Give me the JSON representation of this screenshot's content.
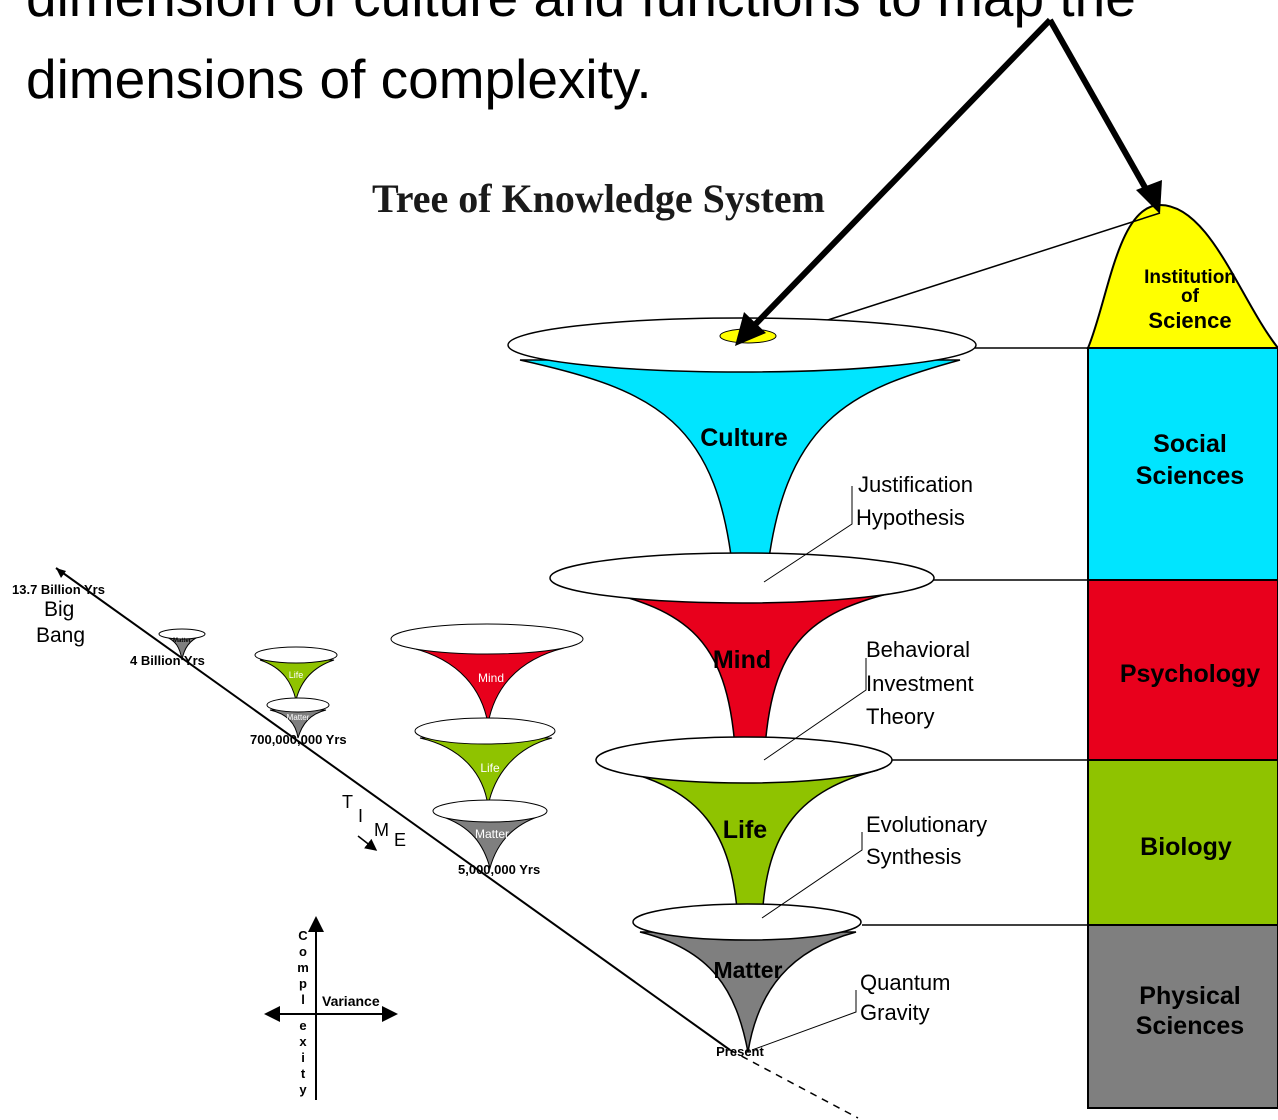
{
  "slide": {
    "line1": "dimension of culture and functions to map the",
    "line2": "dimensions of complexity."
  },
  "title": "Tree of Knowledge System",
  "cones": {
    "culture": "Culture",
    "mind": "Mind",
    "life": "Life",
    "matter": "Matter",
    "present": "Present"
  },
  "joint_points": {
    "jp1_line1": "Justification",
    "jp1_line2": "Hypothesis",
    "jp2_line1": "Behavioral",
    "jp2_line2": "Investment",
    "jp2_line3": "Theory",
    "jp3_line1": "Evolutionary",
    "jp3_line2": "Synthesis",
    "jp4_line1": "Quantum",
    "jp4_line2": "Gravity"
  },
  "sciences": {
    "institution_line1": "Institution",
    "institution_line2": "of",
    "institution_line3": "Science",
    "social_line1": "Social",
    "social_line2": "Sciences",
    "psychology": "Psychology",
    "biology": "Biology",
    "physical_line1": "Physical",
    "physical_line2": "Sciences"
  },
  "timeline": {
    "big_bang_years": "13.7 Billion Yrs",
    "big_bang_line1": "Big",
    "big_bang_line2": "Bang",
    "four_billion": "4 Billion Yrs",
    "seven_hundred_million": "700,000,000 Yrs",
    "five_million": "5,000,000 Yrs",
    "time_letters": [
      "T",
      "I",
      "M",
      "E"
    ],
    "small_matter": "Matter",
    "small_life": "Life",
    "small_mind": "Mind"
  },
  "axes": {
    "complexity_letters": [
      "C",
      "o",
      "m",
      "p",
      "l",
      "e",
      "x",
      "i",
      "t",
      "y"
    ],
    "variance": "Variance"
  },
  "colors": {
    "culture": "#00e5ff",
    "mind": "#e8001c",
    "life": "#8fc300",
    "matter": "#7f7f7f",
    "institution": "#ffff00",
    "social": "#00e5ff",
    "psychology": "#e8001c",
    "biology": "#8fc300",
    "physical": "#7f7f7f"
  }
}
